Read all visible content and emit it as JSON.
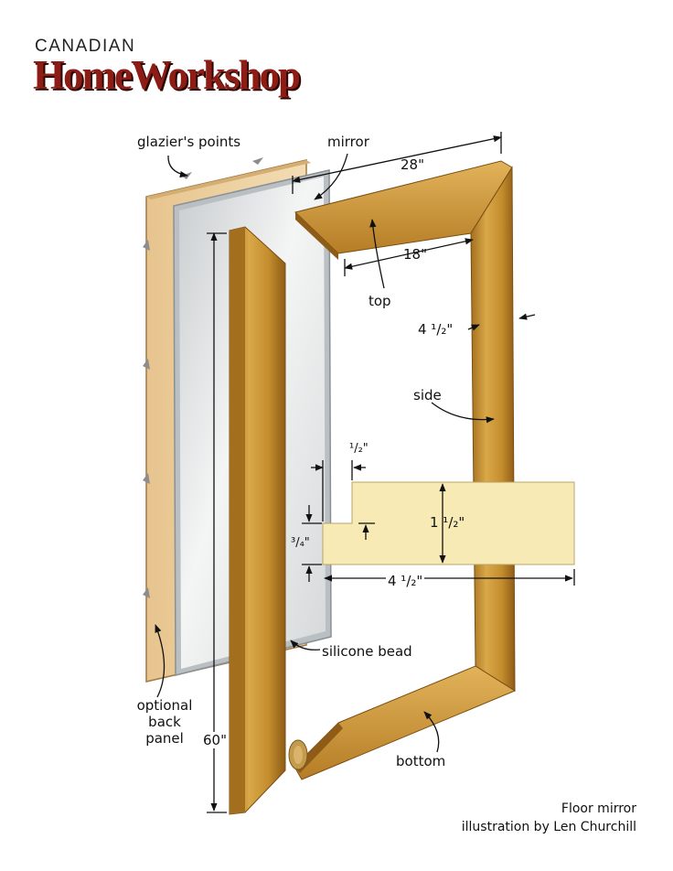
{
  "brand": {
    "top_line": "CANADIAN",
    "wordmark": "HomeWorkshop"
  },
  "labels": {
    "glaziers_points": "glazier's points",
    "mirror": "mirror",
    "width_28": "28\"",
    "width_18": "18\"",
    "top": "top",
    "width_4_5_top": "4 ¹/₂\"",
    "side": "side",
    "rabbet_half": "¹/₂\"",
    "height_1_5": "1 ¹/₂\"",
    "rabbet_three_quarter": "³/₄\"",
    "profile_4_5": "4 ¹/₂\"",
    "silicone_bead": "silicone bead",
    "optional_back_panel": [
      "optional",
      "back",
      "panel"
    ],
    "height_60": "60\"",
    "bottom": "bottom"
  },
  "caption": {
    "line1": "Floor mirror",
    "line2": "illustration by Len Churchill"
  }
}
